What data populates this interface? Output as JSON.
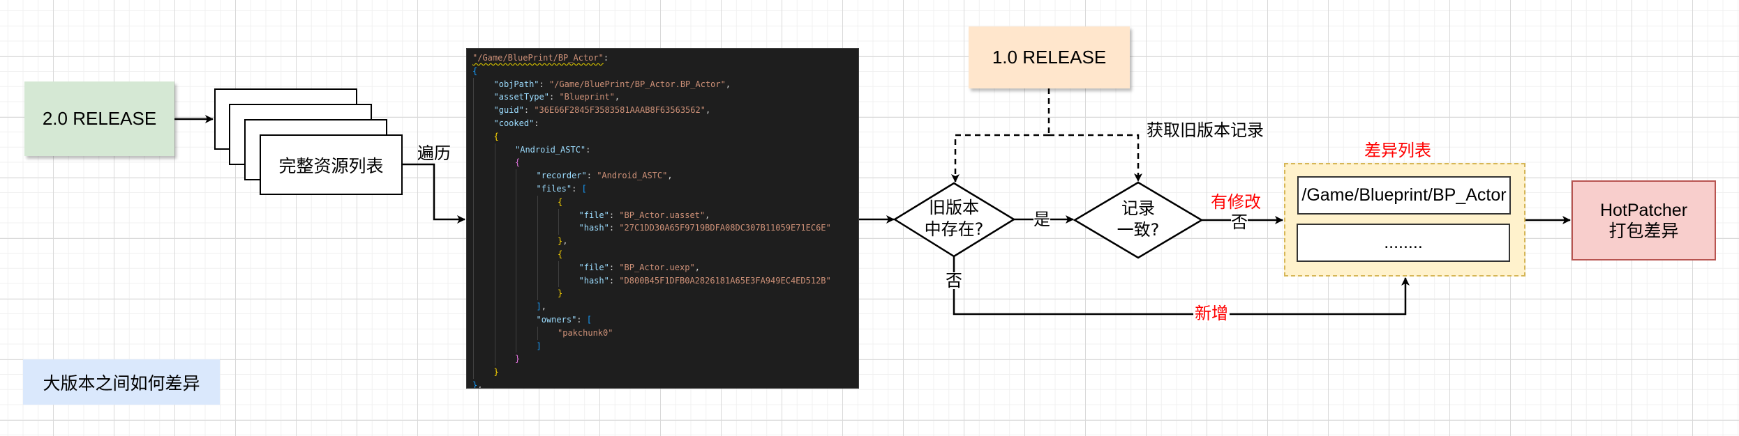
{
  "diagram": {
    "title_note": "大版本之间如何差异",
    "new_release": "2.0 RELEASE",
    "old_release": "1.0 RELEASE",
    "asset_list": "完整资源列表",
    "traverse_label": "遍历",
    "fetch_old_label": "获取旧版本记录",
    "decision_exists": [
      "旧版本",
      "中存在?"
    ],
    "decision_consistent": [
      "记录",
      "一致?"
    ],
    "yes_label": "是",
    "no_label_exists": "否",
    "no_label_consistent": "否",
    "modified_label": "有修改",
    "added_label": "新增",
    "diff_list_title": "差异列表",
    "diff_items": [
      "/Game/Blueprint/BP_Actor",
      "........"
    ],
    "hotpatcher": [
      "HotPatcher",
      "打包差异"
    ]
  },
  "code": {
    "root_key": "\"/Game/BluePrint/BP_Actor\"",
    "lines": [
      {
        "indent": 0,
        "tokens": [
          [
            "root",
            "\"/Game/BluePrint/BP_Actor\""
          ],
          [
            "p",
            ":"
          ]
        ]
      },
      {
        "indent": 0,
        "tokens": [
          [
            "b1",
            "{"
          ]
        ]
      },
      {
        "indent": 1,
        "tokens": [
          [
            "k",
            "\"objPath\""
          ],
          [
            "p",
            ": "
          ],
          [
            "s",
            "\"/Game/BluePrint/BP_Actor.BP_Actor\""
          ],
          [
            "p",
            ","
          ]
        ]
      },
      {
        "indent": 1,
        "tokens": [
          [
            "k",
            "\"assetType\""
          ],
          [
            "p",
            ": "
          ],
          [
            "s",
            "\"Blueprint\""
          ],
          [
            "p",
            ","
          ]
        ]
      },
      {
        "indent": 1,
        "tokens": [
          [
            "k",
            "\"guid\""
          ],
          [
            "p",
            ": "
          ],
          [
            "s",
            "\"36E66F2845F3583581AAAB8F63563562\""
          ],
          [
            "p",
            ","
          ]
        ]
      },
      {
        "indent": 1,
        "tokens": [
          [
            "k",
            "\"cooked\""
          ],
          [
            "p",
            ":"
          ]
        ]
      },
      {
        "indent": 1,
        "tokens": [
          [
            "b2",
            "{"
          ]
        ]
      },
      {
        "indent": 2,
        "tokens": [
          [
            "k",
            "\"Android_ASTC\""
          ],
          [
            "p",
            ":"
          ]
        ]
      },
      {
        "indent": 2,
        "tokens": [
          [
            "b3",
            "{"
          ]
        ]
      },
      {
        "indent": 3,
        "tokens": [
          [
            "k",
            "\"recorder\""
          ],
          [
            "p",
            ": "
          ],
          [
            "s",
            "\"Android_ASTC\""
          ],
          [
            "p",
            ","
          ]
        ]
      },
      {
        "indent": 3,
        "tokens": [
          [
            "k",
            "\"files\""
          ],
          [
            "p",
            ": "
          ],
          [
            "b1",
            "["
          ]
        ]
      },
      {
        "indent": 4,
        "tokens": [
          [
            "b2",
            "{"
          ]
        ]
      },
      {
        "indent": 5,
        "tokens": [
          [
            "k",
            "\"file\""
          ],
          [
            "p",
            ": "
          ],
          [
            "s",
            "\"BP_Actor.uasset\""
          ],
          [
            "p",
            ","
          ]
        ]
      },
      {
        "indent": 5,
        "tokens": [
          [
            "k",
            "\"hash\""
          ],
          [
            "p",
            ": "
          ],
          [
            "s",
            "\"27C1DD30A65F9719BDFA08DC307B11059E71EC6E\""
          ]
        ]
      },
      {
        "indent": 4,
        "tokens": [
          [
            "b2",
            "}"
          ],
          [
            "p",
            ","
          ]
        ]
      },
      {
        "indent": 4,
        "tokens": [
          [
            "b2",
            "{"
          ]
        ]
      },
      {
        "indent": 5,
        "tokens": [
          [
            "k",
            "\"file\""
          ],
          [
            "p",
            ": "
          ],
          [
            "s",
            "\"BP_Actor.uexp\""
          ],
          [
            "p",
            ","
          ]
        ]
      },
      {
        "indent": 5,
        "tokens": [
          [
            "k",
            "\"hash\""
          ],
          [
            "p",
            ": "
          ],
          [
            "s",
            "\"D800B45F1DFB0A2826181A65E3FA949EC4ED512B\""
          ]
        ]
      },
      {
        "indent": 4,
        "tokens": [
          [
            "b2",
            "}"
          ]
        ]
      },
      {
        "indent": 3,
        "tokens": [
          [
            "b1",
            "]"
          ],
          [
            "p",
            ","
          ]
        ]
      },
      {
        "indent": 3,
        "tokens": [
          [
            "k",
            "\"owners\""
          ],
          [
            "p",
            ": "
          ],
          [
            "b1",
            "["
          ]
        ]
      },
      {
        "indent": 4,
        "tokens": [
          [
            "s",
            "\"pakchunk0\""
          ]
        ]
      },
      {
        "indent": 3,
        "tokens": [
          [
            "b1",
            "]"
          ]
        ]
      },
      {
        "indent": 2,
        "tokens": [
          [
            "b3",
            "}"
          ]
        ]
      },
      {
        "indent": 1,
        "tokens": [
          [
            "b2",
            "}"
          ]
        ]
      },
      {
        "indent": 0,
        "tokens": [
          [
            "b1",
            "}"
          ],
          [
            "p",
            ","
          ]
        ]
      }
    ]
  },
  "colors": {
    "green_fill": "#d5e8d4",
    "orange_fill": "#ffe6cc",
    "blue_fill": "#dae8fc",
    "yellow_fill": "#fff2cc",
    "yellow_stroke": "#d6b656",
    "red_fill": "#f8cecc",
    "red_stroke": "#b85450",
    "label_red": "#ff0000",
    "editor_bg": "#1e1e1e"
  }
}
